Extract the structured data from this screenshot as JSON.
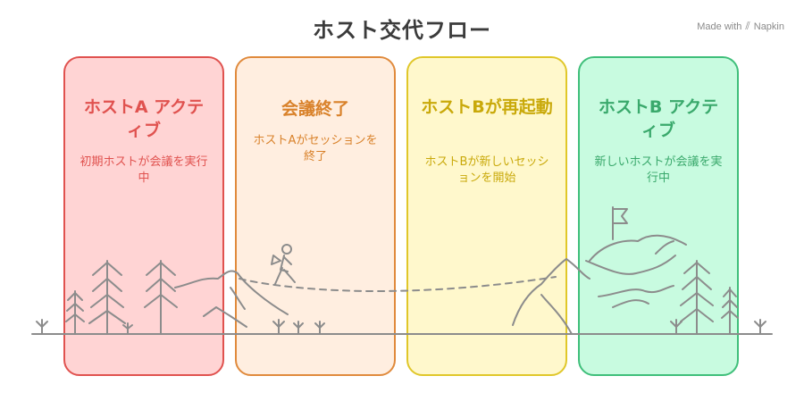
{
  "title": "ホスト交代フロー",
  "brand": {
    "made_with": "Made with",
    "name": "Napkin"
  },
  "cards": [
    {
      "title": "ホストA アクティブ",
      "description": "初期ホストが会議を実行中",
      "border": "#e0524f",
      "fill": "#ffd4d4",
      "text": "#e0524f"
    },
    {
      "title": "会議終了",
      "description": "ホストAがセッションを終了",
      "border": "#e08a3c",
      "fill": "#ffeee0",
      "text": "#d9822b"
    },
    {
      "title": "ホストBが再起動",
      "description": "ホストBが新しいセッションを開始",
      "border": "#e0c72a",
      "fill": "#fff8cc",
      "text": "#c9a90a"
    },
    {
      "title": "ホストB アクティブ",
      "description": "新しいホストが会議を実行中",
      "border": "#3fbf7a",
      "fill": "#c8fbe0",
      "text": "#3aa96c"
    }
  ],
  "icons": {
    "hiker": "hiker-icon",
    "flag": "flag-icon",
    "tree": "pine-tree-icon",
    "brand": "napkin-logo-icon"
  }
}
